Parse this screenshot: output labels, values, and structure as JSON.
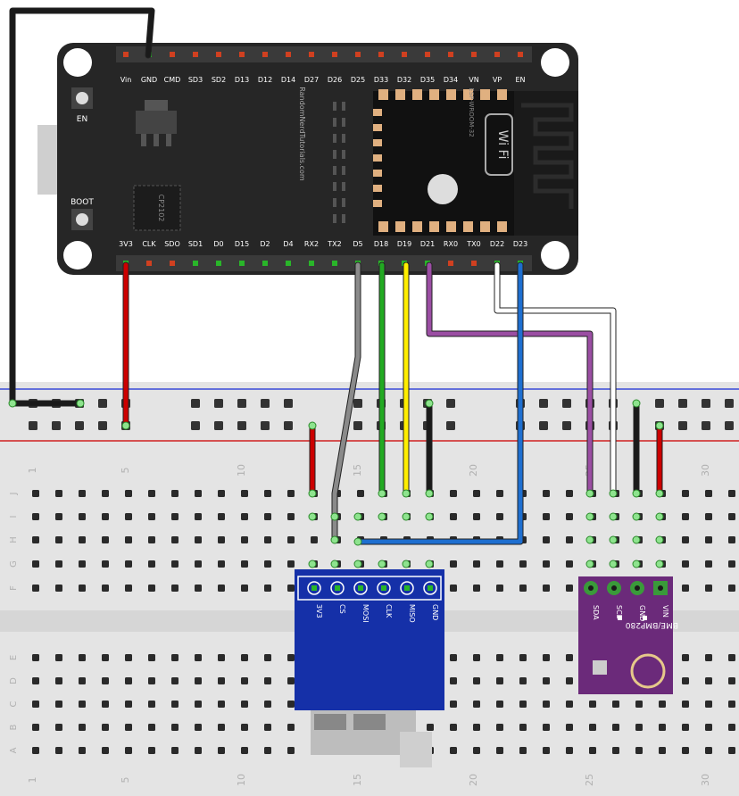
{
  "esp32": {
    "top_pins": [
      "Vin",
      "GND",
      "CMD",
      "SD3",
      "SD2",
      "D13",
      "D12",
      "D14",
      "D27",
      "D26",
      "D25",
      "D33",
      "D32",
      "D35",
      "D34",
      "VN",
      "VP",
      "EN"
    ],
    "bottom_pins": [
      "3V3",
      "CLK",
      "SDO",
      "SD1",
      "D0",
      "D15",
      "D2",
      "D4",
      "RX2",
      "TX2",
      "D5",
      "D18",
      "D19",
      "D21",
      "RX0",
      "TX0",
      "D22",
      "D23"
    ],
    "en_label": "EN",
    "boot_label": "BOOT",
    "chip_label": "CP2102",
    "brand_text": "RandomNerdTutorials.com",
    "module_label": "ESP-WROOM-32",
    "wifi_label": "Wi Fi"
  },
  "breadboard": {
    "column_numbers": [
      "1",
      "5",
      "10",
      "15",
      "20",
      "25",
      "30"
    ],
    "row_letters_top": [
      "J",
      "I",
      "H",
      "G",
      "F"
    ],
    "row_letters_bottom": [
      "E",
      "D",
      "C",
      "B",
      "A"
    ]
  },
  "sd_module": {
    "pins": [
      "3V3",
      "CS",
      "MOSI",
      "CLK",
      "MISO",
      "GND"
    ]
  },
  "bme280": {
    "pins": [
      "SDA",
      "SCL",
      "GND",
      "VIN"
    ],
    "name": "BME/BMP280"
  },
  "colors": {
    "board": "#262626",
    "breadboard": "#e4e4e4",
    "wire_red": "#cc0000",
    "wire_black": "#1a1a1a",
    "wire_green": "#22aa22",
    "wire_yellow": "#ffee00",
    "wire_blue": "#1e6fd0",
    "wire_purple": "#9b4ea3",
    "wire_gray": "#8a8a8a",
    "wire_white": "#ffffff",
    "sd_board": "#1530a8",
    "bme_board": "#6b2a7a"
  }
}
